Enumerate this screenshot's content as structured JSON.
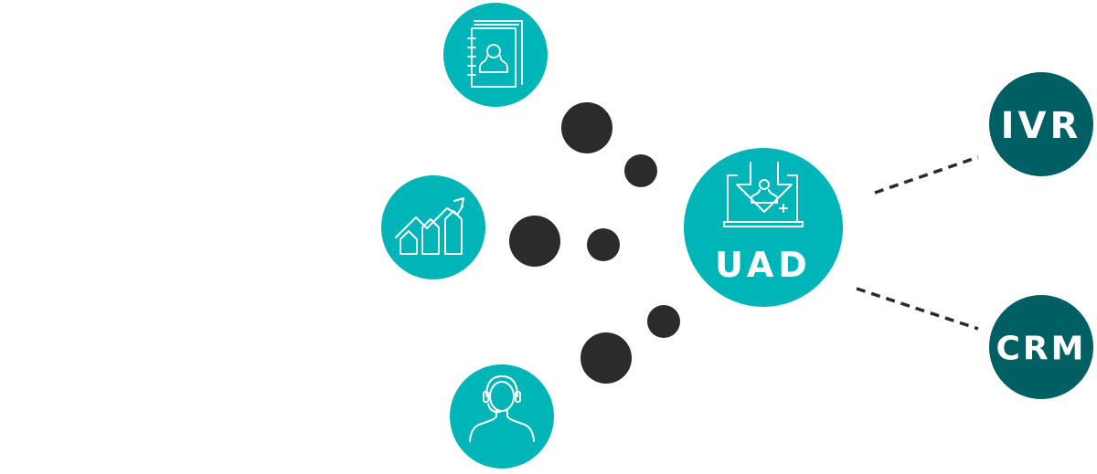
{
  "colors": {
    "teal": "#00b5b8",
    "dark_teal": "#005f63",
    "connector_dot": "#2b2b2b",
    "dash_line": "#2b2b2b",
    "icon_stroke": "#ffffff"
  },
  "nodes": {
    "contacts": {
      "icon": "address-book-icon"
    },
    "analytics": {
      "icon": "growth-chart-icon"
    },
    "agent": {
      "icon": "headset-agent-icon"
    },
    "uad": {
      "icon": "laptop-download-user-icon",
      "label": "UAD"
    },
    "ivr": {
      "label": "IVR"
    },
    "crm": {
      "label": "CRM"
    }
  }
}
